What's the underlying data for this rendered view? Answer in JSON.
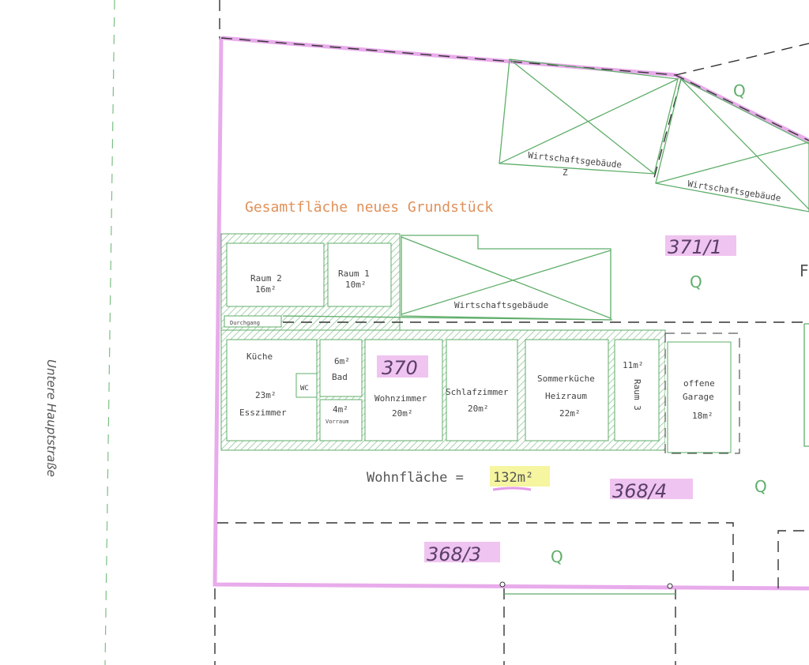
{
  "street": "Untere Hauptstraße",
  "total_area_label": "Gesamtfläche neues Grundstück",
  "parcels": {
    "p371_1": "371/1",
    "p370": "370",
    "p368_4": "368/4",
    "p368_3": "368/3"
  },
  "q_marker": "Q",
  "edge_letter": "F",
  "outbuilding": "Wirtschaftsgebäude",
  "outbuilding_note": "Z",
  "rooms": {
    "raum2": {
      "name": "Raum 2",
      "area": "16m²"
    },
    "raum1": {
      "name": "Raum 1",
      "area": "10m²"
    },
    "durchgang": {
      "name": "Durchgang"
    },
    "kueche": {
      "name": "Küche",
      "area": "23m²",
      "name2": "Esszimmer"
    },
    "wc": {
      "name": "WC"
    },
    "bad": {
      "name": "Bad",
      "area": "6m²"
    },
    "vorraum": {
      "name": "Vorraum",
      "area": "4m²"
    },
    "wohnzimmer": {
      "name": "Wohnzimmer",
      "area": "20m²"
    },
    "schlafzimmer": {
      "name": "Schlafzimmer",
      "area": "20m²"
    },
    "sommerkueche": {
      "name": "Sommerküche",
      "name2": "Heizraum",
      "area": "22m²"
    },
    "raum3": {
      "name": "Raum 3",
      "area": "11m²"
    },
    "garage": {
      "name": "offene",
      "name2": "Garage",
      "area": "18m²"
    }
  },
  "living_area": {
    "label": "Wohnfläche =",
    "value": "132m²"
  },
  "colors": {
    "boundary": "#e49ce8",
    "lines": "#5fae6a",
    "title": "#e0915a",
    "highlight_pink": "#f0c4f0",
    "highlight_yellow": "#f6f5a0"
  }
}
